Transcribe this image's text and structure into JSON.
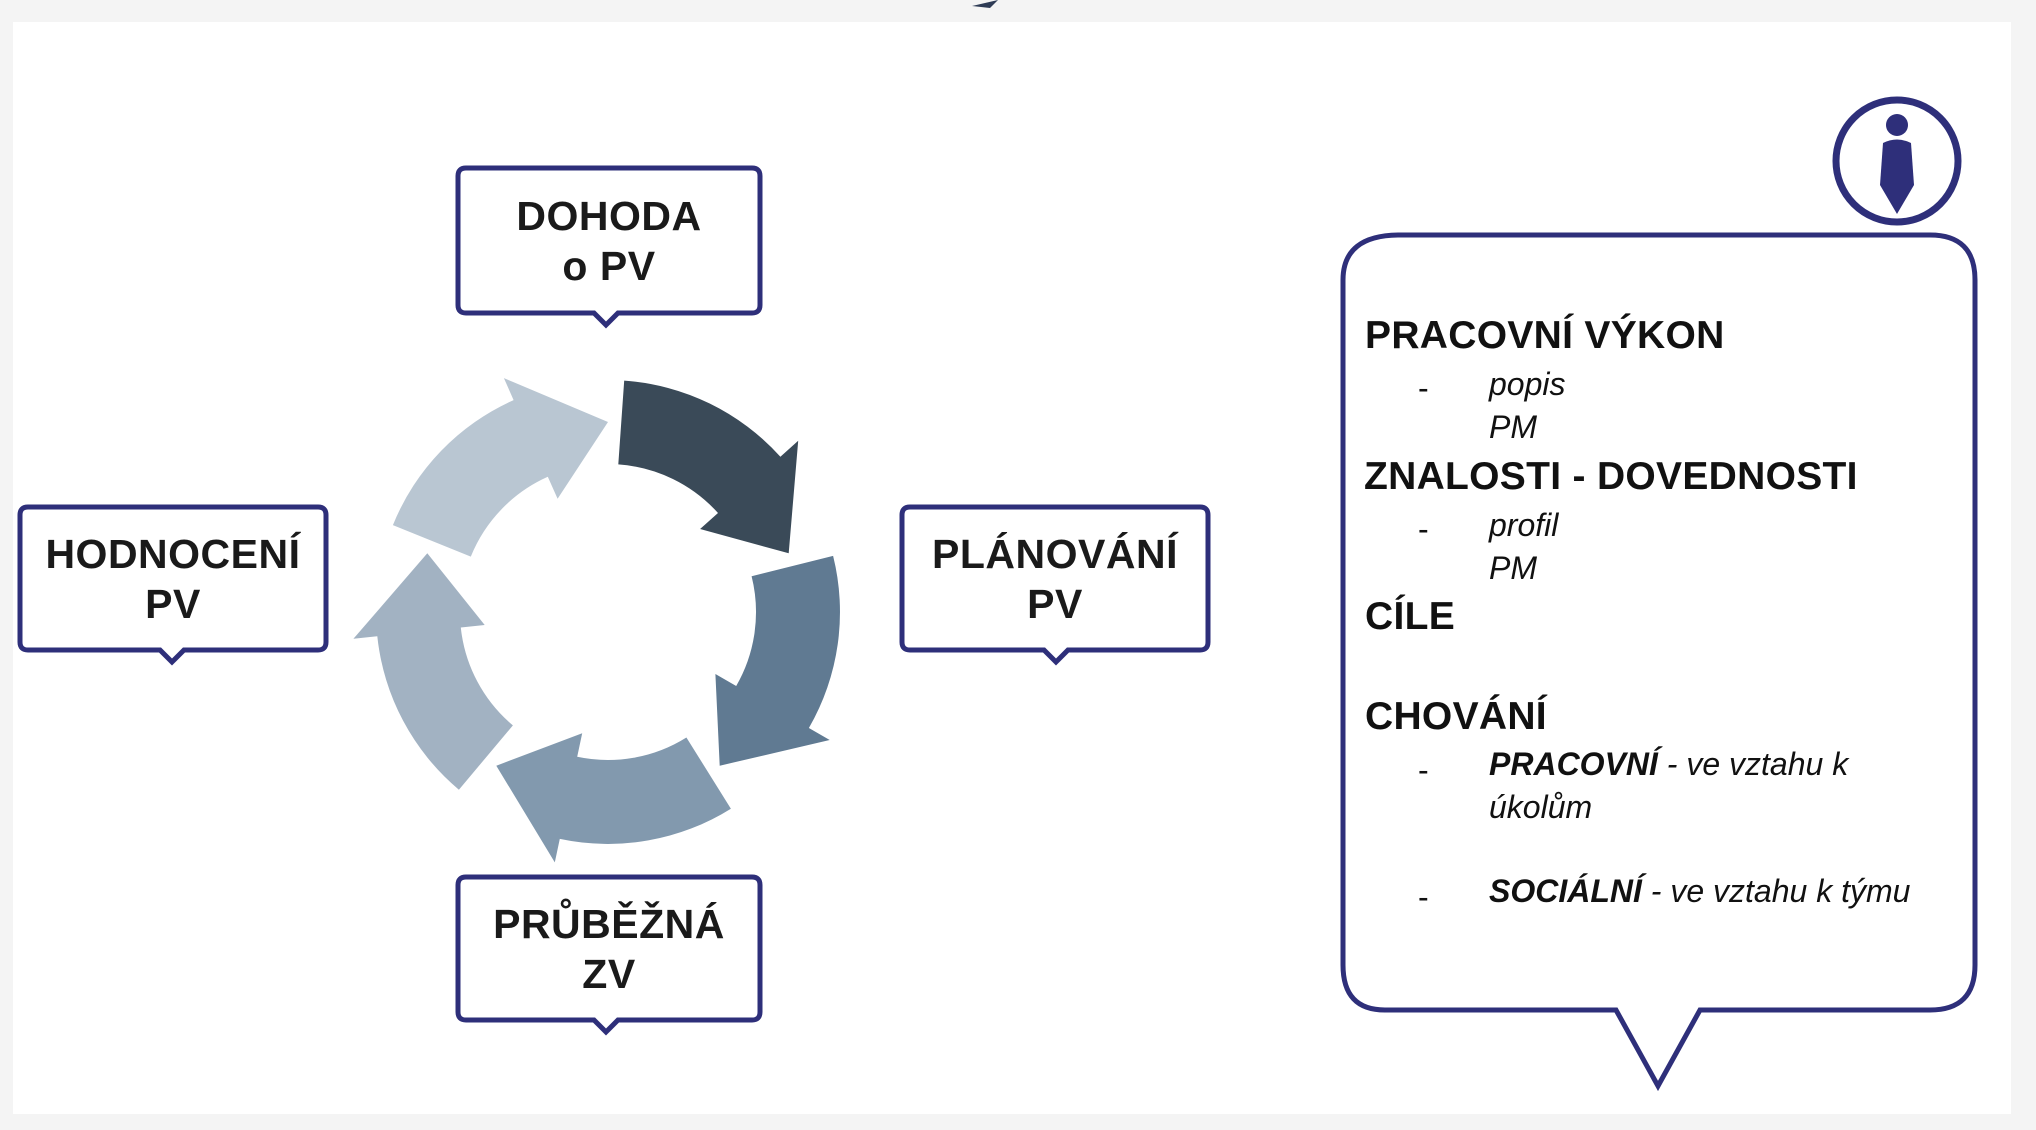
{
  "cycle": {
    "steps": [
      {
        "line1": "DOHODA",
        "line2": "o PV"
      },
      {
        "line1": "PLÁNOVÁNÍ",
        "line2": "PV"
      },
      {
        "line1": "PRŮBĚŽNÁ",
        "line2": "ZV"
      },
      {
        "line1": "HODNOCENÍ",
        "line2": "PV"
      }
    ],
    "arrow_colors": [
      "#3a4a58",
      "#607a92",
      "#8299ae",
      "#a2b2c2",
      "#b9c6d2"
    ]
  },
  "panel": {
    "icon": "person-icon",
    "sections": [
      {
        "heading": "PRACOVNÍ VÝKON",
        "items": [
          {
            "dash": "-",
            "text": "popis PM"
          }
        ]
      },
      {
        "heading": "ZNALOSTI - DOVEDNOSTI",
        "items": [
          {
            "dash": "-",
            "text": "profil PM"
          }
        ]
      },
      {
        "heading": "CÍLE"
      },
      {
        "heading": "CHOVÁNÍ",
        "items": [
          {
            "dash": "-",
            "bold": "PRACOVNÍ",
            "rest_line1": " - ve vztahu k",
            "rest_line2": "úkolům"
          },
          {
            "dash": "-",
            "bold": "SOCIÁLNÍ",
            "rest_line1": " - ve vztahu k týmu"
          }
        ]
      }
    ]
  },
  "colors": {
    "box_border": "#2e2f7a",
    "text": "#1a1a1a"
  }
}
